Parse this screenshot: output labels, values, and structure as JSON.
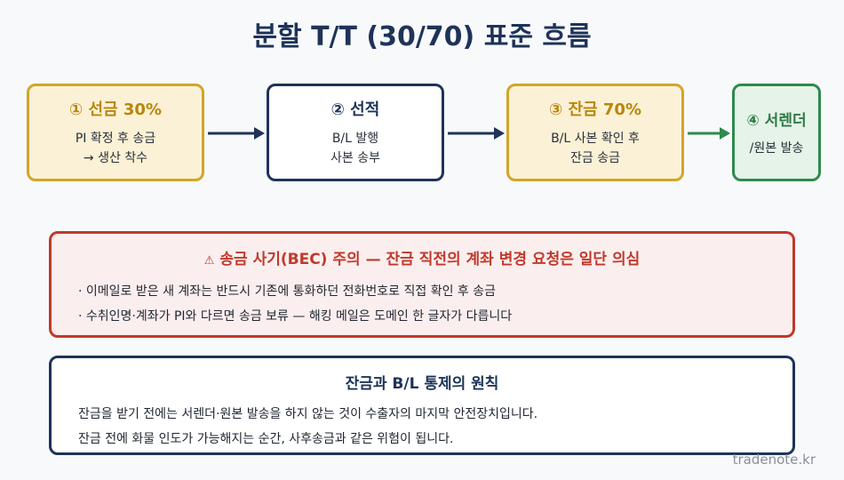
{
  "title": "분할 T/T (30/70) 표준 흐름",
  "steps": [
    {
      "title": "① 선금 30%",
      "desc": "PI 확정 후 송금\n→ 생산 착수"
    },
    {
      "title": "② 선적",
      "desc": "B/L 발행\n사본 송부"
    },
    {
      "title": "③ 잔금 70%",
      "desc": "B/L 사본 확인 후\n잔금 송금"
    },
    {
      "title": "④ 서렌더",
      "desc": "/원본 발송"
    }
  ],
  "warning": {
    "icon": "⚠",
    "title": "송금 사기(BEC) 주의 — 잔금 직전의 계좌 변경 요청은 일단 의심",
    "lines": [
      "· 이메일로 받은 새 계좌는 반드시 기존에 통화하던 전화번호로 직접 확인 후 송금",
      "· 수취인명·계좌가 PI와 다르면 송금 보류 — 해킹 메일은 도메인 한 글자가 다릅니다"
    ]
  },
  "rule": {
    "title": "잔금과 B/L 통제의 원칙",
    "lines": [
      "잔금을 받기 전에는 서렌더·원본 발송을 하지 않는 것이 수출자의 마지막 안전장치입니다.",
      "잔금 전에 화물 인도가 가능해지는 순간, 사후송금과 같은 위험이 됩니다."
    ]
  },
  "footer": "tradenote.kr",
  "colors": {
    "navy": "#1e3358",
    "gold": "#d2a52a",
    "green": "#2e8a4d",
    "red": "#c0392b"
  }
}
